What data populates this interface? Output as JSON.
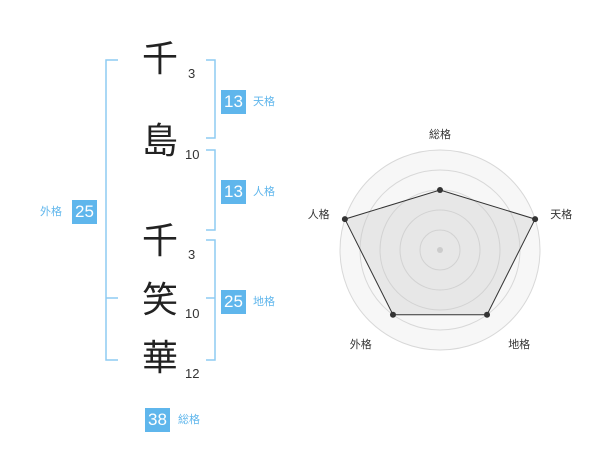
{
  "name_chars": [
    {
      "char": "千",
      "strokes": "3"
    },
    {
      "char": "島",
      "strokes": "10"
    },
    {
      "char": "千",
      "strokes": "3"
    },
    {
      "char": "笑",
      "strokes": "10"
    },
    {
      "char": "華",
      "strokes": "12"
    }
  ],
  "fortune": {
    "tenkaku": {
      "value": "13",
      "label": "天格"
    },
    "jinkaku": {
      "value": "13",
      "label": "人格"
    },
    "chikaku": {
      "value": "25",
      "label": "地格"
    },
    "gaikaku": {
      "value": "25",
      "label": "外格"
    },
    "soukaku": {
      "value": "38",
      "label": "総格"
    }
  },
  "radar": {
    "axes": [
      "総格",
      "天格",
      "地格",
      "外格",
      "人格"
    ],
    "levels": 5,
    "values": [
      3,
      5,
      4,
      4,
      5
    ],
    "max": 5
  },
  "colors": {
    "accent": "#5fb6ec",
    "bracket": "#8ecbf2",
    "radar_fill": "#ececec",
    "radar_ring": "#d8d8d8",
    "point": "#333333"
  }
}
